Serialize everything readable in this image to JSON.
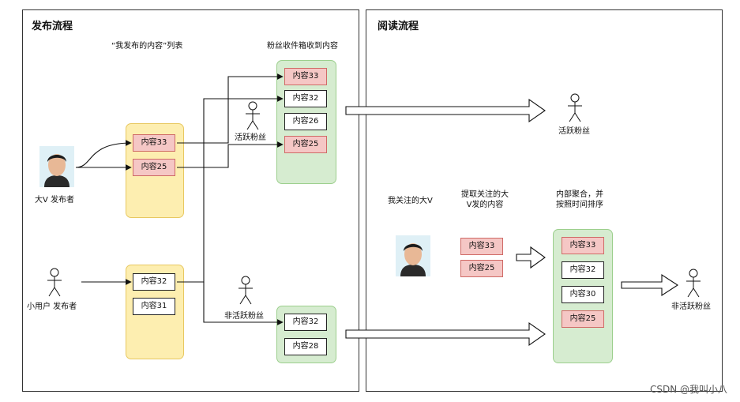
{
  "left_panel": {
    "title": "发布流程",
    "list_label": "“我发布的内容”列表",
    "inbox_label": "粉丝收件箱收到内容",
    "big_v_label": "大V 发布者",
    "small_user_label": "小用户 发布者",
    "active_fan_label": "活跃粉丝",
    "inactive_fan_label": "非活跃粉丝",
    "big_v_list": [
      "内容33",
      "内容25"
    ],
    "small_user_list": [
      "内容32",
      "内容31"
    ],
    "active_inbox": [
      "内容33",
      "内容32",
      "内容26",
      "内容25"
    ],
    "inactive_inbox": [
      "内容32",
      "内容28"
    ]
  },
  "right_panel": {
    "title": "阅读流程",
    "active_fan_label": "活跃粉丝",
    "followed_label": "我关注的大V",
    "fetch_label_1": "提取关注的大",
    "fetch_label_2": "V发的内容",
    "merge_label_1": "内部聚合，并",
    "merge_label_2": "按照时间排序",
    "inactive_fan_label": "非活跃粉丝",
    "fetched": [
      "内容33",
      "内容25"
    ],
    "merged": [
      "内容33",
      "内容32",
      "内容30",
      "内容25"
    ]
  },
  "colors": {
    "yellow_fill": "#fdeeb0",
    "green_fill": "#d6ecd0",
    "red_item_fill": "#f5c7c5"
  },
  "watermark": "CSDN @我叫小八"
}
